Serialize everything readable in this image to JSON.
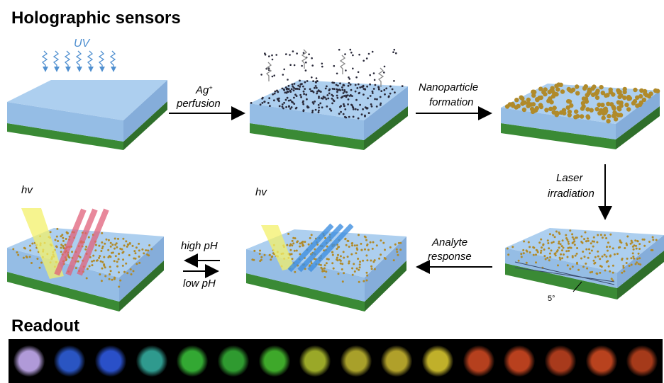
{
  "title": "Holographic sensors",
  "readout_title": "Readout",
  "labels": {
    "uv": "UV",
    "ag_line1": "Ag",
    "ag_sup": "+",
    "ag_line2": "perfusion",
    "np_line1": "Nanoparticle",
    "np_line2": "formation",
    "laser_line1": "Laser",
    "laser_line2": "irradiation",
    "analyte_line1": "Analyte",
    "analyte_line2": "response",
    "high_ph": "high pH",
    "low_ph": "low pH",
    "hv_left": "hv",
    "hv_mid": "hv",
    "angle": "5°"
  },
  "colors": {
    "gel_top": "#a9ccee",
    "gel_front": "#8ab6e2",
    "gel_side": "#78a4d6",
    "substrate_top": "#3f8f3a",
    "substrate_front": "#3a8a35",
    "substrate_side": "#2f6f2b",
    "uv_arrow": "#4f8fd0",
    "silver_dot": "#2a2a3a",
    "nanoparticle": "#b08a2a",
    "red_beam": "#e0607a",
    "blue_beam": "#3f8fe0",
    "yellow_beam": "#f3f06a"
  },
  "readout_spots": [
    {
      "color": "#b09ad8"
    },
    {
      "color": "#2a55c2"
    },
    {
      "color": "#2a50c8"
    },
    {
      "color": "#2f9a8e"
    },
    {
      "color": "#33a833"
    },
    {
      "color": "#2f9a30"
    },
    {
      "color": "#3ea82a"
    },
    {
      "color": "#9aa828"
    },
    {
      "color": "#a8a02a"
    },
    {
      "color": "#b0a02a"
    },
    {
      "color": "#c0b02a"
    },
    {
      "color": "#b5401e"
    },
    {
      "color": "#b8401e"
    },
    {
      "color": "#a83a1c"
    },
    {
      "color": "#b8421e"
    },
    {
      "color": "#a53a1a"
    }
  ]
}
